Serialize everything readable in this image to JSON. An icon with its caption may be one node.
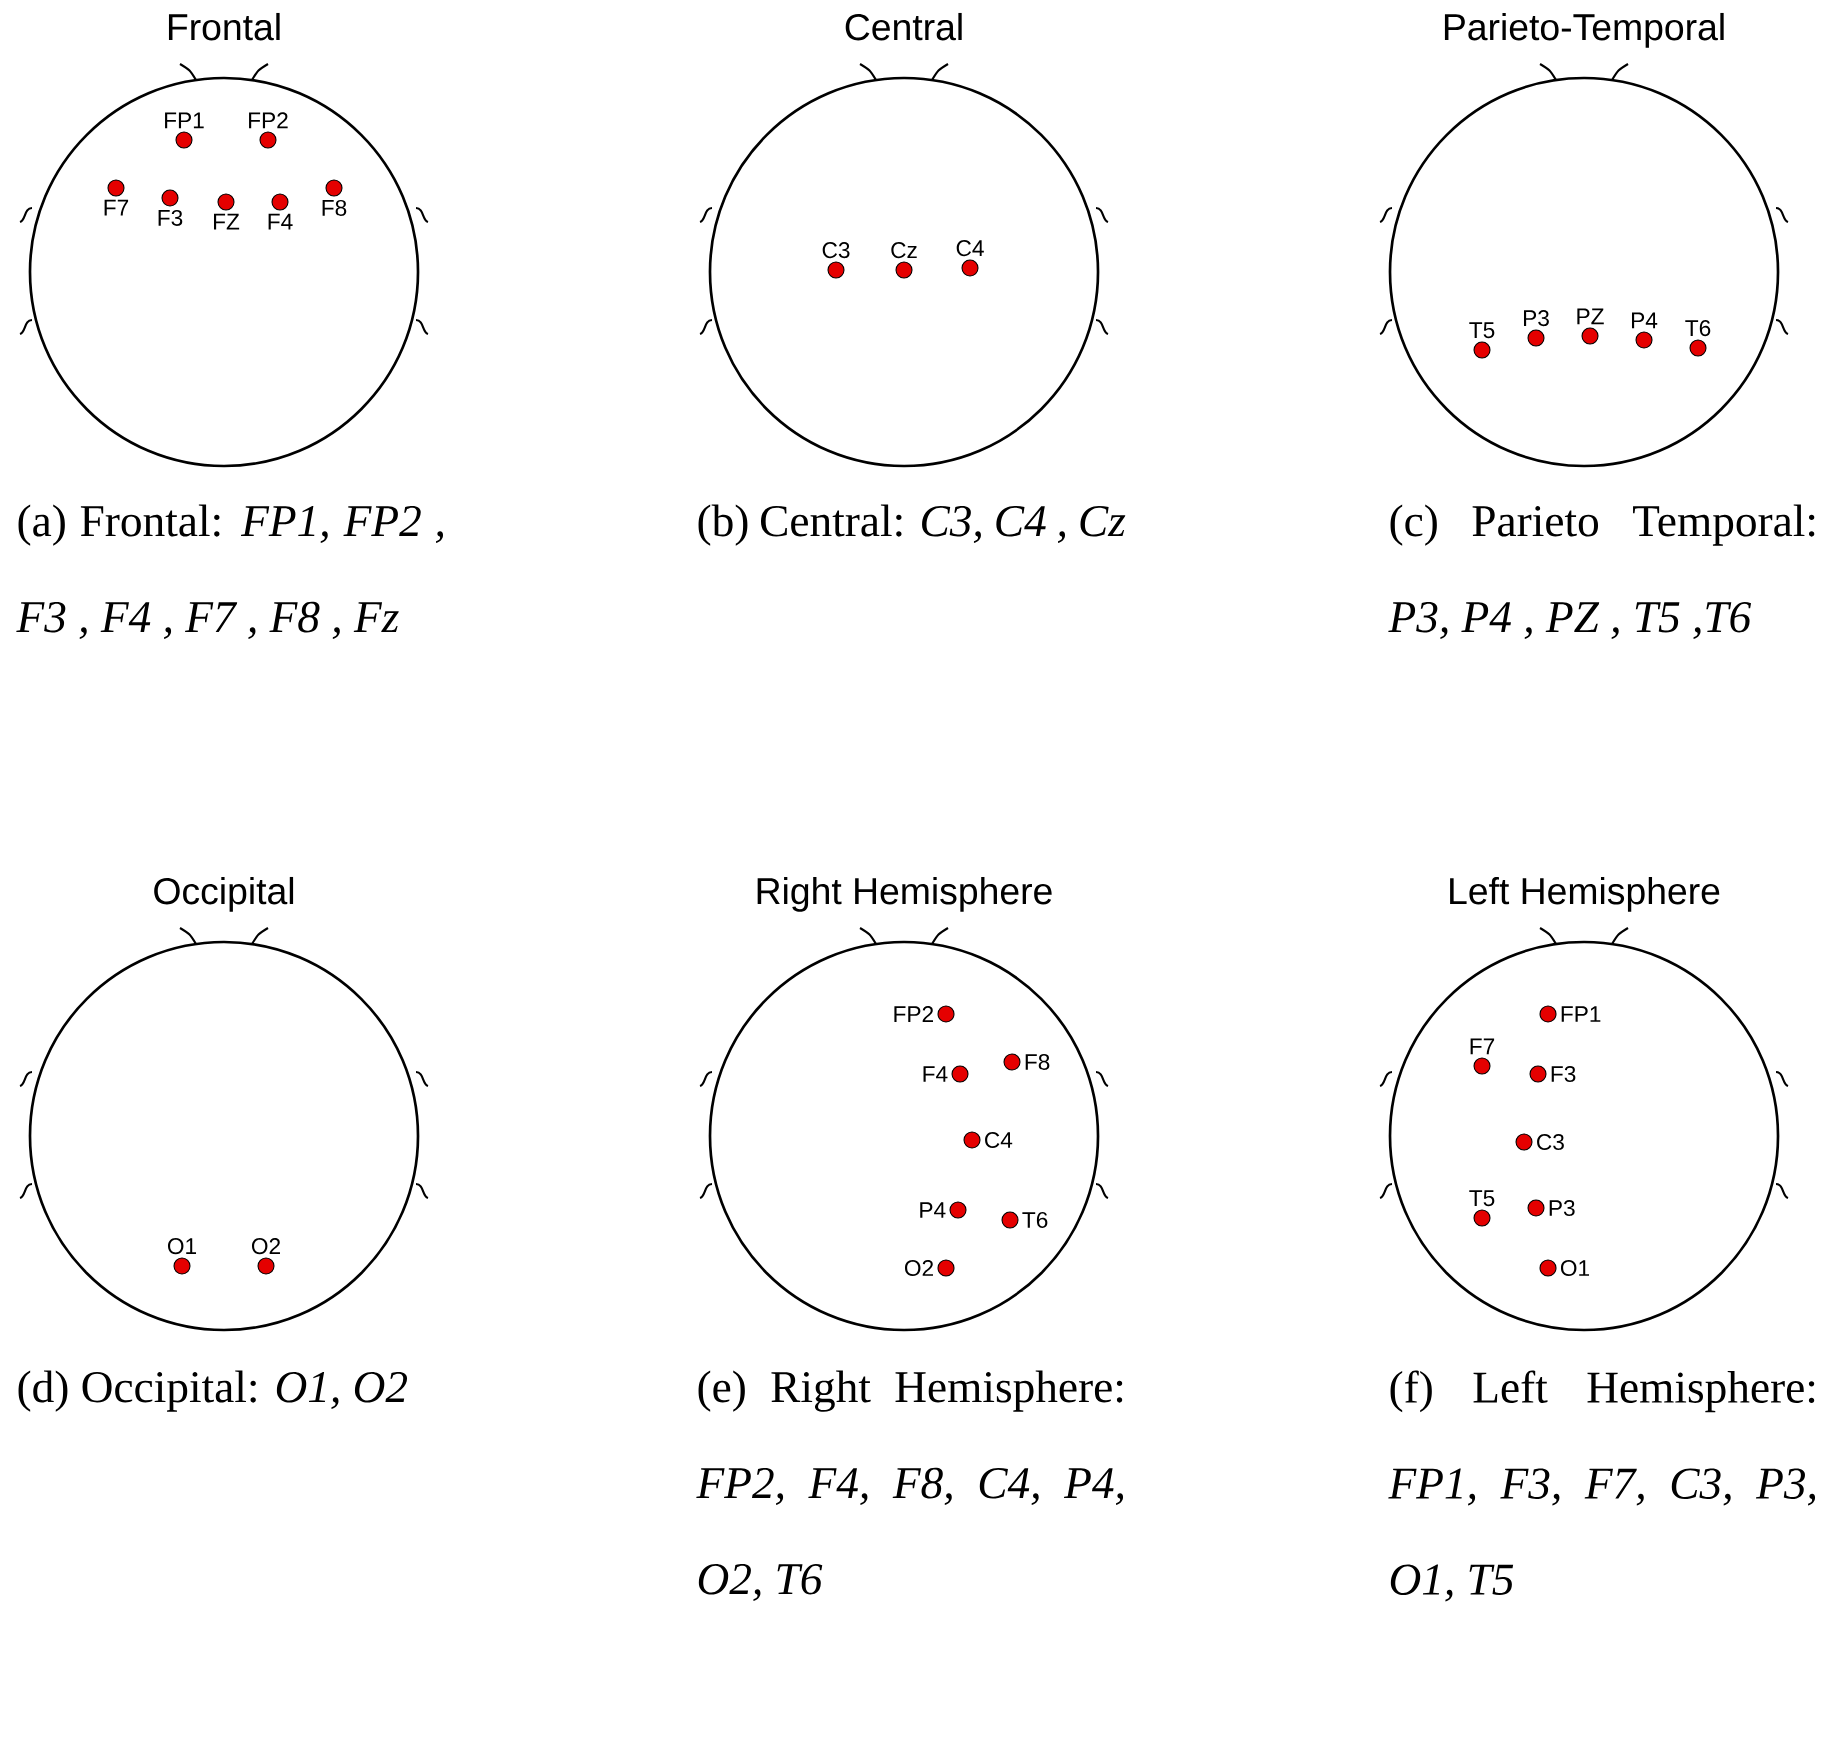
{
  "diagram": {
    "nodes": [
      {
        "text": [
          "Frontal"
        ]
      },
      {
        "text": [],
        "shape": "circle",
        "beside": [
          "FP1"
        ],
        "in": 0
      },
      {
        "text": [],
        "shape": "circle",
        "beside": [
          "FP2"
        ],
        "in": 0
      },
      {
        "text": [],
        "shape": "circle",
        "beside": [
          "F7"
        ],
        "in": 0
      },
      {
        "text": [],
        "shape": "circle",
        "beside": [
          "F3"
        ],
        "in": 0
      },
      {
        "text": [],
        "shape": "circle",
        "beside": [
          "FZ"
        ],
        "in": 0
      },
      {
        "text": [],
        "shape": "circle",
        "beside": [
          "F4"
        ],
        "in": 0
      },
      {
        "text": [],
        "shape": "circle",
        "beside": [
          "F8"
        ],
        "in": 0
      },
      {
        "text": [
          "Central"
        ]
      },
      {
        "text": [],
        "shape": "circle",
        "beside": [
          "C3"
        ],
        "in": 8
      },
      {
        "text": [],
        "shape": "circle",
        "beside": [
          "Cz"
        ],
        "in": 8
      },
      {
        "text": [],
        "shape": "circle",
        "beside": [
          "C4"
        ],
        "in": 8
      },
      {
        "text": [
          "Parieto-Temporal"
        ]
      },
      {
        "text": [],
        "shape": "circle",
        "beside": [
          "T5"
        ],
        "in": 12
      },
      {
        "text": [],
        "shape": "circle",
        "beside": [
          "P3"
        ],
        "in": 12
      },
      {
        "text": [],
        "shape": "circle",
        "beside": [
          "PZ"
        ],
        "in": 12
      },
      {
        "text": [],
        "shape": "circle",
        "beside": [
          "P4"
        ],
        "in": 12
      },
      {
        "text": [],
        "shape": "circle",
        "beside": [
          "T6"
        ],
        "in": 12
      },
      {
        "text": [
          "Occipital"
        ]
      },
      {
        "text": [],
        "shape": "circle",
        "beside": [
          "O1"
        ],
        "in": 18
      },
      {
        "text": [],
        "shape": "circle",
        "beside": [
          "O2"
        ],
        "in": 18
      },
      {
        "text": [
          "Right Hemisphere"
        ]
      },
      {
        "text": [],
        "shape": "circle",
        "beside": [
          "FP2"
        ],
        "in": 21
      },
      {
        "text": [],
        "shape": "circle",
        "beside": [
          "F4"
        ],
        "in": 21
      },
      {
        "text": [],
        "shape": "circle",
        "beside": [
          "F8"
        ],
        "in": 21
      },
      {
        "text": [],
        "shape": "circle",
        "beside": [
          "C4"
        ],
        "in": 21
      },
      {
        "text": [],
        "shape": "circle",
        "beside": [
          "P4"
        ],
        "in": 21
      },
      {
        "text": [],
        "shape": "circle",
        "beside": [
          "T6"
        ],
        "in": 21
      },
      {
        "text": [],
        "shape": "circle",
        "beside": [
          "O2"
        ],
        "in": 21
      },
      {
        "text": [
          "Left Hemisphere"
        ]
      },
      {
        "text": [],
        "shape": "circle",
        "beside": [
          "FP1"
        ],
        "in": 29
      },
      {
        "text": [],
        "shape": "circle",
        "beside": [
          "F7"
        ],
        "in": 29
      },
      {
        "text": [],
        "shape": "circle",
        "beside": [
          "F3"
        ],
        "in": 29
      },
      {
        "text": [],
        "shape": "circle",
        "beside": [
          "C3"
        ],
        "in": 29
      },
      {
        "text": [],
        "shape": "circle",
        "beside": [
          "T5"
        ],
        "in": 29
      },
      {
        "text": [],
        "shape": "circle",
        "beside": [
          "P3"
        ],
        "in": 29
      },
      {
        "text": [],
        "shape": "circle",
        "beside": [
          "O1"
        ],
        "in": 29
      }
    ],
    "labels": [
      "(a) Frontal: *FP1, FP2 , F3 , F4 , F7 , F8 , Fz*",
      "(b) Central: *C3, C4 , Cz*",
      "(c) Parieto Temporal: *P3, P4 , PZ , T5 ,T6*",
      "(d) Occipital: *O1, O2*",
      "(e) Right Hemisphere: *FP2, F4, F8, C4, P4, O2, T6*",
      "(f) Left Hemisphere: *FP1, F3, F7, C3, P3, O1, T5*"
    ]
  }
}
